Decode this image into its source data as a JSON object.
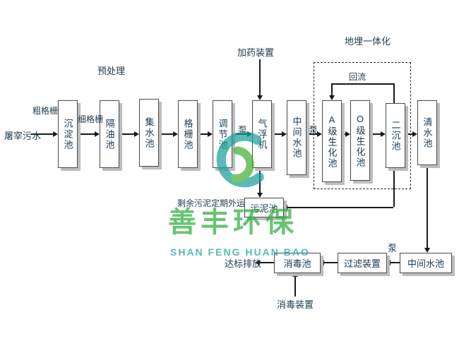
{
  "diagram": {
    "influent": "屠宰污水",
    "coarse_screen": "粗格栅",
    "fine_screen": "细格栅",
    "pretreatment_label": "预处理",
    "dosing_label": "加药装置",
    "buried_label": "地埋一体化",
    "reflux_label": "回流",
    "pump1": "泵",
    "pump2": "泵",
    "pump3": "泵",
    "sludge_note": "剩余污泥定期外运",
    "discharge": "达标排放",
    "disinfect_device_label": "消毒装置",
    "tanks": {
      "sedimentation": "沉淀池",
      "oil_separator": "隔油池",
      "collecting": "集水池",
      "grid": "格栅池",
      "regulating": "调节池",
      "air_flotation": "气浮机",
      "intermediate1": "中间水池",
      "bio_a": "A级生化池",
      "bio_o": "O级生化池",
      "secondary_sedimentation": "二沉池",
      "clear_water": "清水池",
      "sludge": "污泥池",
      "intermediate2": "中间水池",
      "filter": "过滤装置",
      "disinfection": "消毒池"
    }
  },
  "watermark": {
    "name_cn": "善丰环保",
    "name_en": "SHAN FENG HUAN BAO",
    "brand_green": "#2fae3c",
    "brand_teal": "#16a09e"
  }
}
